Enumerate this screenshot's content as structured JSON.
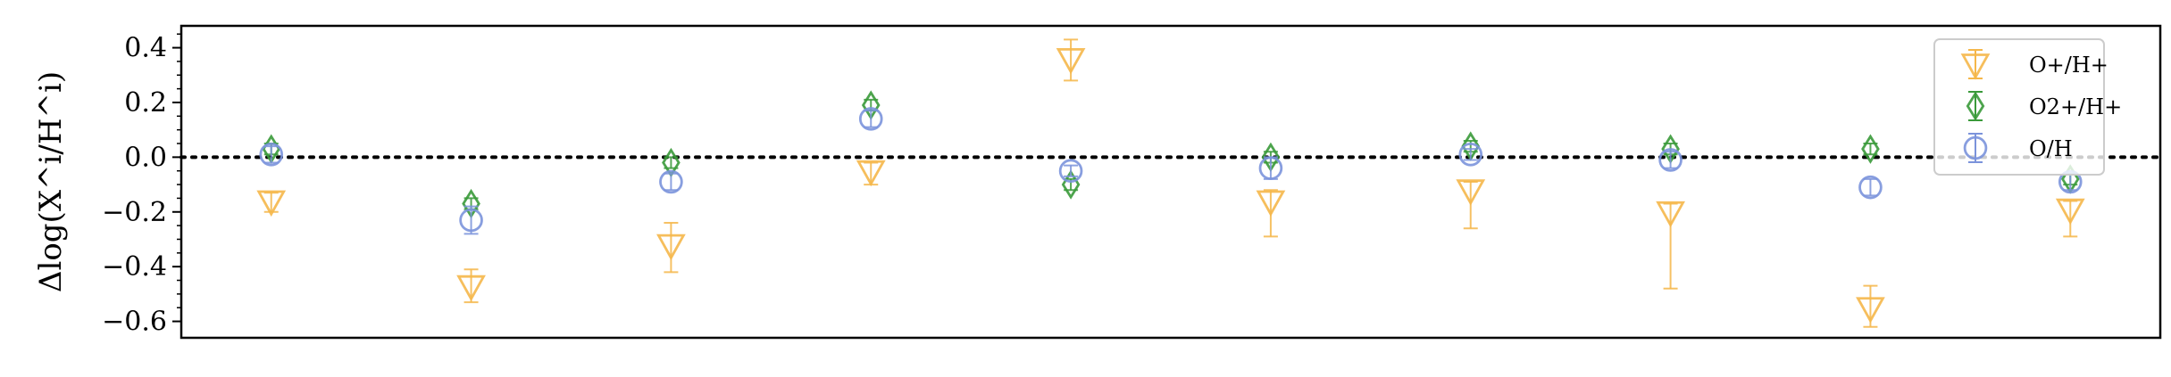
{
  "chart_data": {
    "type": "scatter",
    "title": "",
    "xlabel": "",
    "ylabel": "Δlog(X^i/H^i)",
    "ylim": [
      -0.66,
      0.48
    ],
    "xlim": [
      -0.45,
      9.45
    ],
    "yticks": [
      -0.6,
      -0.4,
      -0.2,
      0.0,
      0.2,
      0.4
    ],
    "ytick_labels": [
      "−0.6",
      "−0.4",
      "−0.2",
      "0.0",
      "0.2",
      "0.4"
    ],
    "reference_line_y": 0.0,
    "grid": false,
    "legend_placement": "top-right",
    "x": [
      0,
      1,
      2,
      3,
      4,
      5,
      6,
      7,
      8,
      9
    ],
    "series": [
      {
        "name": "O+/H+",
        "marker": "triangle-down",
        "color": "#f5b74a",
        "y": [
          -0.16,
          -0.47,
          -0.32,
          -0.05,
          0.36,
          -0.16,
          -0.12,
          -0.2,
          -0.55,
          -0.19
        ],
        "err_lo": [
          0.04,
          0.06,
          0.1,
          0.05,
          0.08,
          0.13,
          0.14,
          0.28,
          0.07,
          0.1
        ],
        "err_hi": [
          0.03,
          0.06,
          0.08,
          0.03,
          0.07,
          0.04,
          0.03,
          0.03,
          0.08,
          0.03
        ]
      },
      {
        "name": "O2+/H+",
        "marker": "diamond",
        "color": "#3a9a3a",
        "y": [
          0.03,
          -0.17,
          -0.02,
          0.19,
          -0.1,
          0.0,
          0.04,
          0.03,
          0.03,
          -0.08
        ],
        "err_lo": [
          0.02,
          0.02,
          0.02,
          0.02,
          0.02,
          0.02,
          0.02,
          0.02,
          0.02,
          0.02
        ],
        "err_hi": [
          0.02,
          0.02,
          0.02,
          0.02,
          0.02,
          0.02,
          0.02,
          0.02,
          0.02,
          0.02
        ]
      },
      {
        "name": "O/H",
        "marker": "circle",
        "color": "#7b93db",
        "y": [
          0.01,
          -0.23,
          -0.09,
          0.14,
          -0.05,
          -0.04,
          0.01,
          -0.01,
          -0.11,
          -0.09
        ],
        "err_lo": [
          0.03,
          0.05,
          0.03,
          0.03,
          0.02,
          0.04,
          0.02,
          0.03,
          0.03,
          0.03
        ],
        "err_hi": [
          0.03,
          0.05,
          0.03,
          0.03,
          0.02,
          0.04,
          0.02,
          0.03,
          0.03,
          0.03
        ]
      }
    ]
  }
}
